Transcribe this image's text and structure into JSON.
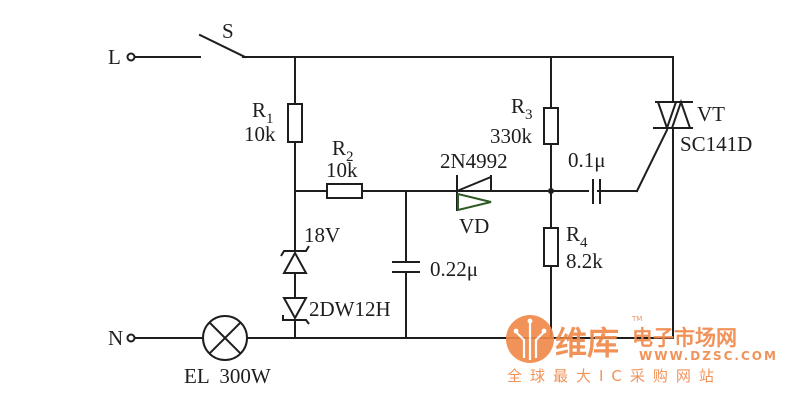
{
  "diagram": {
    "title": "Triac lamp switching circuit",
    "terminals": {
      "line": "L",
      "neutral": "N"
    },
    "switch": {
      "ref": "S"
    },
    "resistors": [
      {
        "ref": "R",
        "sub": "1",
        "value": "10k"
      },
      {
        "ref": "R",
        "sub": "2",
        "value": "10k"
      },
      {
        "ref": "R",
        "sub": "3",
        "value": "330k"
      },
      {
        "ref": "R",
        "sub": "4",
        "value": "8.2k"
      }
    ],
    "zener": {
      "voltage": "18V",
      "part": "2DW12H"
    },
    "capacitors": [
      {
        "value": "0.22μ"
      },
      {
        "value": "0.1μ"
      }
    ],
    "trigger_diode": {
      "part": "2N4992",
      "ref": "VD"
    },
    "triac": {
      "ref": "VT",
      "part": "SC141D"
    },
    "lamp": {
      "label": "EL  300W"
    }
  },
  "watermark": {
    "brand_cn": "维库",
    "brand_cn_2": "电子市场网",
    "tm": "TM",
    "url": "WWW.DZSC.COM",
    "slogan": "全球最大IC采购网站",
    "color": "#f08a4b"
  }
}
